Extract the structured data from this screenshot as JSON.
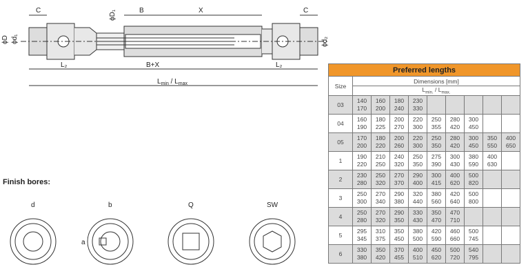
{
  "drawing": {
    "labels": {
      "c_left": "C",
      "d1": "ϕd₁",
      "D": "ϕD",
      "D1": "ϕD₁",
      "B": "B",
      "X": "X",
      "c_right": "C",
      "d2": "ϕd₂",
      "l2_left": "L₂",
      "bx": "B+X",
      "l2_right": "L₂",
      "lmin": "L",
      "lmin_sub": "min",
      "lmax": " / L",
      "lmax_sub": "max"
    }
  },
  "finish_bores": {
    "title": "Finish bores:",
    "labels": [
      "d",
      "b",
      "a",
      "Q",
      "SW"
    ]
  },
  "table": {
    "title": "Preferred lengths",
    "size_header": "Size",
    "dims_header": "Dimensions [mm]",
    "l_header": "L",
    "l_min": "min.",
    "l_sep": " / L",
    "l_max": "max.",
    "rows": [
      {
        "size": "03",
        "cells": [
          [
            "140",
            "170"
          ],
          [
            "160",
            "200"
          ],
          [
            "180",
            "240"
          ],
          [
            "230",
            "330"
          ]
        ]
      },
      {
        "size": "04",
        "cells": [
          [
            "160",
            "190"
          ],
          [
            "180",
            "225"
          ],
          [
            "200",
            "270"
          ],
          [
            "220",
            "300"
          ],
          [
            "250",
            "355"
          ],
          [
            "280",
            "420"
          ],
          [
            "300",
            "450"
          ]
        ]
      },
      {
        "size": "05",
        "cells": [
          [
            "170",
            "200"
          ],
          [
            "180",
            "220"
          ],
          [
            "200",
            "260"
          ],
          [
            "220",
            "300"
          ],
          [
            "250",
            "350"
          ],
          [
            "280",
            "420"
          ],
          [
            "300",
            "450"
          ],
          [
            "350",
            "550"
          ],
          [
            "400",
            "650"
          ]
        ]
      },
      {
        "size": "1",
        "cells": [
          [
            "190",
            "220"
          ],
          [
            "210",
            "250"
          ],
          [
            "240",
            "320"
          ],
          [
            "250",
            "350"
          ],
          [
            "275",
            "390"
          ],
          [
            "300",
            "430"
          ],
          [
            "380",
            "590"
          ],
          [
            "400",
            "630"
          ]
        ]
      },
      {
        "size": "2",
        "cells": [
          [
            "230",
            "280"
          ],
          [
            "250",
            "320"
          ],
          [
            "270",
            "370"
          ],
          [
            "290",
            "400"
          ],
          [
            "300",
            "415"
          ],
          [
            "400",
            "620"
          ],
          [
            "500",
            "820"
          ]
        ]
      },
      {
        "size": "3",
        "cells": [
          [
            "250",
            "300"
          ],
          [
            "270",
            "340"
          ],
          [
            "290",
            "380"
          ],
          [
            "320",
            "440"
          ],
          [
            "380",
            "560"
          ],
          [
            "420",
            "640"
          ],
          [
            "500",
            "800"
          ]
        ]
      },
      {
        "size": "4",
        "cells": [
          [
            "250",
            "280"
          ],
          [
            "270",
            "320"
          ],
          [
            "290",
            "350"
          ],
          [
            "330",
            "430"
          ],
          [
            "350",
            "470"
          ],
          [
            "470",
            "710"
          ]
        ]
      },
      {
        "size": "5",
        "cells": [
          [
            "295",
            "345"
          ],
          [
            "310",
            "375"
          ],
          [
            "350",
            "450"
          ],
          [
            "380",
            "500"
          ],
          [
            "420",
            "590"
          ],
          [
            "460",
            "660"
          ],
          [
            "500",
            "745"
          ]
        ]
      },
      {
        "size": "6",
        "cells": [
          [
            "330",
            "380"
          ],
          [
            "350",
            "420"
          ],
          [
            "370",
            "455"
          ],
          [
            "400",
            "510"
          ],
          [
            "450",
            "620"
          ],
          [
            "500",
            "720"
          ],
          [
            "540",
            "795"
          ]
        ]
      }
    ]
  },
  "colors": {
    "header": "#f0962a",
    "shade": "#dcdcdc"
  }
}
